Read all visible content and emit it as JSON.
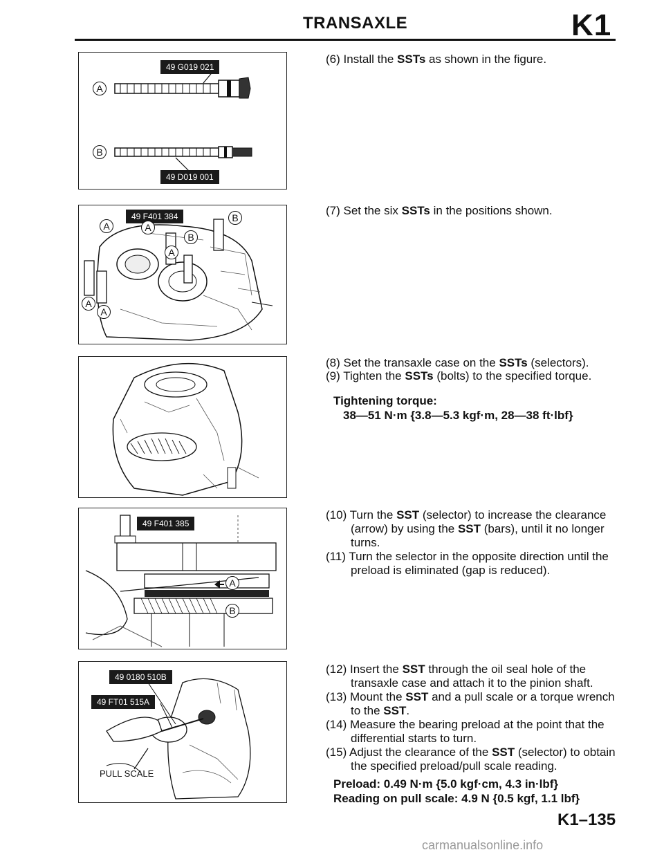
{
  "header": {
    "title": "TRANSAXLE",
    "section_code": "K1"
  },
  "figures": {
    "fig1": {
      "tag_top": "49 G019 021",
      "tag_bottom": "49 D019 001",
      "callout_a": "A",
      "callout_b": "B"
    },
    "fig2": {
      "tag": "49 F401 384",
      "callouts": [
        "A",
        "B",
        "A",
        "B",
        "A",
        "A",
        "A"
      ]
    },
    "fig4": {
      "tag": "49 F401 385",
      "callout_a": "A",
      "callout_b": "B"
    },
    "fig5": {
      "tag_1": "49 0180 510B",
      "tag_2": "49 FT01 515A",
      "label": "PULL SCALE"
    }
  },
  "steps": {
    "s6": {
      "num": "(6)",
      "pre": "Install the ",
      "bold": "SSTs",
      "post": " as shown in the figure."
    },
    "s7": {
      "num": "(7)",
      "pre": "Set the six ",
      "bold": "SSTs",
      "post": " in the positions shown."
    },
    "s8": {
      "num": "(8)",
      "pre": "Set the transaxle case on the ",
      "bold": "SSTs",
      "post": " (selectors)."
    },
    "s9": {
      "num": "(9)",
      "pre": "Tighten the ",
      "bold": "SSTs",
      "post": " (bolts) to the specified torque."
    },
    "torque_label": "Tightening torque:",
    "torque_value": "38—51 N·m {3.8—5.3 kgf·m, 28—38 ft·lbf}",
    "s10": {
      "num": "(10)",
      "a": "Turn the ",
      "b1": "SST",
      "c": " (selector) to increase the clearance (arrow) by using the ",
      "b2": "SST",
      "d": " (bars), until it no longer turns."
    },
    "s11": {
      "num": "(11)",
      "text": "Turn the selector in the opposite direction until the preload is eliminated (gap is reduced)."
    },
    "s12": {
      "num": "(12)",
      "a": "Insert the ",
      "b": "SST",
      "c": " through the oil seal hole of the transaxle case and attach it to the pinion shaft."
    },
    "s13": {
      "num": "(13)",
      "a": "Mount the ",
      "b1": "SST",
      "c": " and a pull scale or a torque wrench to the ",
      "b2": "SST",
      "d": "."
    },
    "s14": {
      "num": "(14)",
      "text": "Measure the bearing preload at the point that the differential starts to turn."
    },
    "s15": {
      "num": "(15)",
      "a": "Adjust the clearance of the ",
      "b": "SST",
      "c": " (selector) to obtain the specified preload/pull scale reading."
    },
    "preload": "Preload: 0.49 N·m {5.0 kgf·cm, 4.3 in·lbf}",
    "pull_scale": "Reading on pull scale: 4.9 N {0.5 kgf, 1.1 lbf}"
  },
  "footer": {
    "page_number": "K1–135",
    "watermark": "carmanualsonline.info"
  }
}
